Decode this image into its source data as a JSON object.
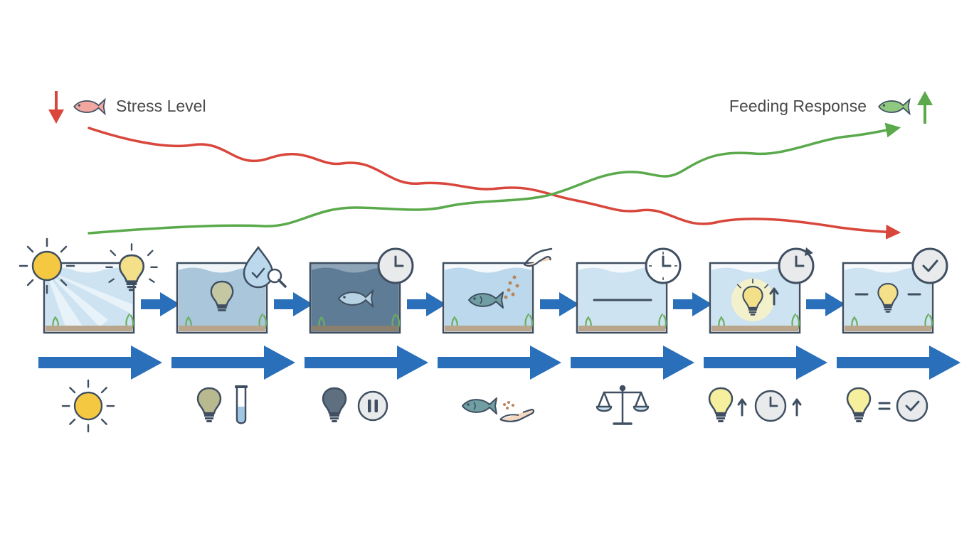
{
  "legend": {
    "stress": {
      "label": "Stress Level",
      "color": "#d9463b",
      "direction": "decreasing",
      "icon": "fish-icon"
    },
    "feeding": {
      "label": "Feeding Response",
      "color": "#5aaa4c",
      "direction": "increasing",
      "icon": "fish-icon"
    }
  },
  "colors": {
    "outline": "#3f4f61",
    "arrow_blue": "#2a6fba",
    "water_light": "#cde3f1",
    "water_dark": "#5e7c95",
    "sand": "#b8a58c",
    "plant": "#6cae5f",
    "bulb": "#f5e08a",
    "sun": "#f5c842",
    "fish": "#6f9fa2"
  },
  "steps": [
    {
      "id": "natural-light",
      "tank_icons": [
        "sun-icon",
        "light-bulb-icon"
      ],
      "summary_icons": [
        "sun-icon"
      ]
    },
    {
      "id": "water-check",
      "tank_icons": [
        "light-bulb-icon",
        "water-drop-check-icon",
        "magnifier-icon"
      ],
      "summary_icons": [
        "light-bulb-icon",
        "test-tube-icon"
      ]
    },
    {
      "id": "dark-pause",
      "tank_icons": [
        "fish-icon",
        "clock-icon"
      ],
      "summary_icons": [
        "light-bulb-icon",
        "pause-icon"
      ]
    },
    {
      "id": "feeding",
      "tank_icons": [
        "fish-icon",
        "feeding-hand-icon"
      ],
      "summary_icons": [
        "fish-icon",
        "feeding-hand-icon"
      ]
    },
    {
      "id": "balance",
      "tank_icons": [
        "flat-line-icon",
        "clock-icon"
      ],
      "summary_icons": [
        "balance-scale-icon"
      ]
    },
    {
      "id": "increase",
      "tank_icons": [
        "light-bulb-icon",
        "up-arrow-icon",
        "clock-icon"
      ],
      "summary_icons": [
        "light-bulb-icon",
        "up-arrow-icon",
        "clock-icon",
        "up-arrow-icon"
      ]
    },
    {
      "id": "steady",
      "tank_icons": [
        "light-bulb-icon",
        "check-icon"
      ],
      "summary_icons": [
        "light-bulb-icon",
        "equals-icon",
        "check-icon"
      ]
    }
  ]
}
